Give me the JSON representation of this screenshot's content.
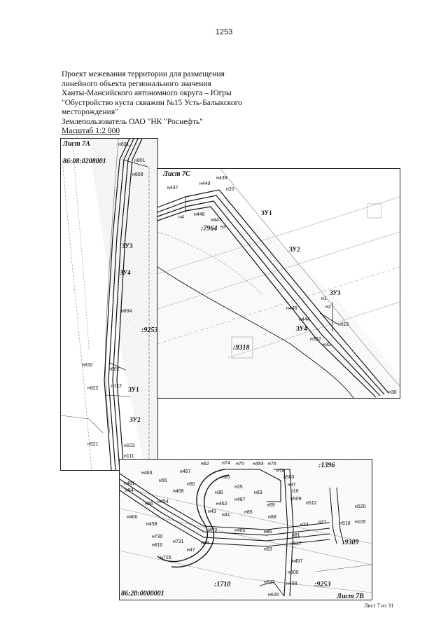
{
  "page_number": "1253",
  "header": {
    "lines": [
      "Проект межевания территории для размещения",
      "линейного объекта регионального значения",
      "Ханты-Мансийского автономного округа – Югры",
      "\"Обустройство куста скважин №15 Усть-Балыкского",
      "месторождения\"",
      "Землепользователь ОАО \"НК \"Роснефть\""
    ],
    "scale": "Масштаб 1:2 000"
  },
  "sheet_a": {
    "title": "Лист 7А",
    "cadastral": "86:08:0208001",
    "parcel": ":9253",
    "zones": [
      "ЗУ3",
      "ЗУ4",
      "ЗУ1",
      "ЗУ2"
    ],
    "points": [
      "н831",
      "н801",
      "н808",
      "н834",
      "н832",
      "н802",
      "н822",
      "н112",
      "н521",
      "н103",
      "н111"
    ]
  },
  "sheet_c": {
    "title": "Лист 7С",
    "parcels": [
      ":7964",
      ":9318"
    ],
    "zones": [
      "ЗУ1",
      "ЗУ2",
      "ЗУ3",
      "ЗУ4"
    ],
    "points": [
      "н437",
      "н449",
      "н439",
      "н20",
      "н4",
      "н446",
      "н447",
      "н3",
      "н1",
      "н2",
      "н445",
      "н444",
      "н352",
      "н32",
      "н615",
      "н30"
    ]
  },
  "sheet_b": {
    "title": "Лист 7В",
    "cadastral": "86:20:0000001",
    "parcels": [
      ":1396",
      ":9309",
      ":1710",
      ":9253"
    ],
    "points": [
      "н463",
      "н467",
      "н62",
      "н74",
      "н75",
      "н493",
      "н76",
      "н78",
      "н503",
      "н481",
      "н55",
      "н60",
      "н63",
      "н37",
      "н10",
      "н54",
      "н468",
      "н36",
      "н25",
      "н83",
      "н509",
      "н512",
      "н520",
      "н56",
      "н454",
      "н462",
      "н487",
      "н69",
      "н460",
      "н41",
      "н43",
      "н85",
      "н88",
      "н33",
      "н21",
      "н518",
      "н105",
      "н458",
      "н472",
      "н485",
      "н86",
      "н81",
      "н730",
      "н731",
      "н44",
      "н517",
      "н810",
      "н47",
      "н725",
      "н53",
      "н497",
      "н500",
      "н627",
      "н498",
      "н626"
    ]
  },
  "footer": "Лист 7 из 31",
  "colors": {
    "ink": "#111111",
    "survey": "#9a9a9a",
    "hatch": "#c8c8c8"
  }
}
